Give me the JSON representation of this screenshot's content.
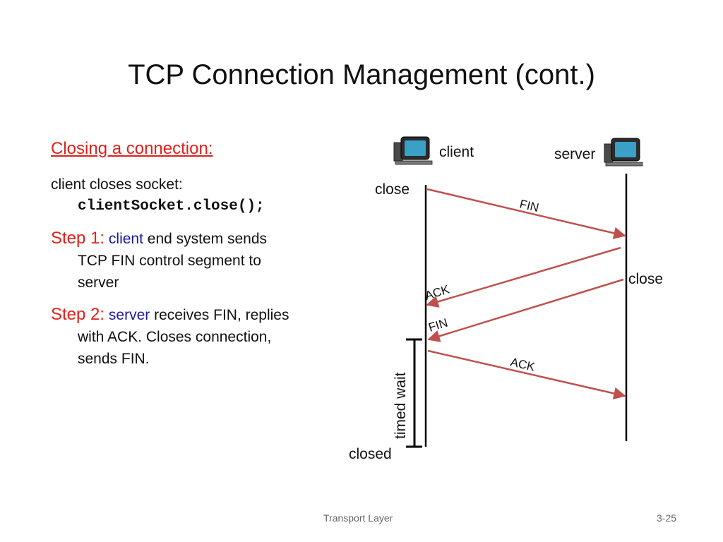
{
  "title": "TCP Connection Management (cont.)",
  "left": {
    "heading": "Closing a connection:",
    "intro_line1": "client closes socket:",
    "intro_code": "clientSocket.close();",
    "step1": {
      "label": "Step 1:",
      "who": "client",
      "text1": " end system sends",
      "text2": "TCP FIN control segment to",
      "text3": "server"
    },
    "step2": {
      "label": "Step 2:",
      "who": "server",
      "text1": " receives FIN, replies",
      "text2": "with ACK. Closes connection,",
      "text3": "sends FIN."
    }
  },
  "diagram": {
    "client_label": "client",
    "server_label": "server",
    "close_client": "close",
    "close_server": "close",
    "closed": "closed",
    "timed_wait": "timed wait",
    "messages": [
      "FIN",
      "ACK",
      "FIN",
      "ACK"
    ]
  },
  "footer": {
    "center": "Transport Layer",
    "page": "3-25"
  },
  "colors": {
    "arrow": "#c0504d",
    "accent_red": "#e0201c",
    "accent_blue": "#1a1aa0"
  }
}
